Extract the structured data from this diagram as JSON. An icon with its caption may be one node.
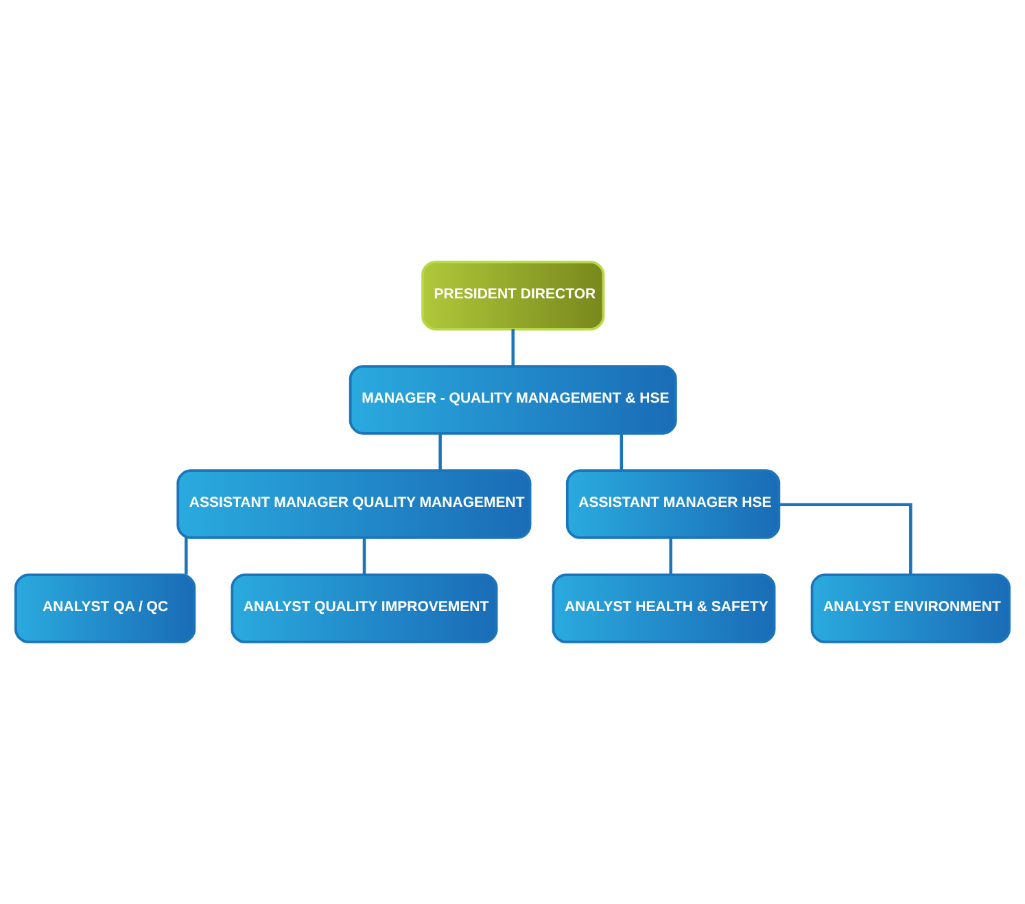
{
  "diagram": {
    "nodes": [
      {
        "text": [
          "PRESIDENT DIRECTOR"
        ]
      },
      {
        "text": [
          "MANAGER - QUALITY MANAGEMENT & HSE"
        ]
      },
      {
        "text": [
          "ASSISTANT MANAGER QUALITY MANAGEMENT"
        ]
      },
      {
        "text": [
          "ASSISTANT MANAGER HSE"
        ]
      },
      {
        "text": [
          "ANALYST QA / QC"
        ]
      },
      {
        "text": [
          "ANALYST QUALITY IMPROVEMENT"
        ]
      },
      {
        "text": [
          "ANALYST HEALTH & SAFETY"
        ]
      },
      {
        "text": [
          "ANALYST ENVIRONMENT"
        ]
      }
    ],
    "edges": [
      {
        "from": 0,
        "to": 1,
        "arrow": "none"
      },
      {
        "from": 1,
        "to": 2,
        "arrow": "none"
      },
      {
        "from": 1,
        "to": 3,
        "arrow": "none"
      },
      {
        "from": 2,
        "to": 4,
        "arrow": "none"
      },
      {
        "from": 2,
        "to": 5,
        "arrow": "none"
      },
      {
        "from": 3,
        "to": 6,
        "arrow": "none"
      },
      {
        "from": 3,
        "to": 7,
        "arrow": "none"
      }
    ]
  }
}
